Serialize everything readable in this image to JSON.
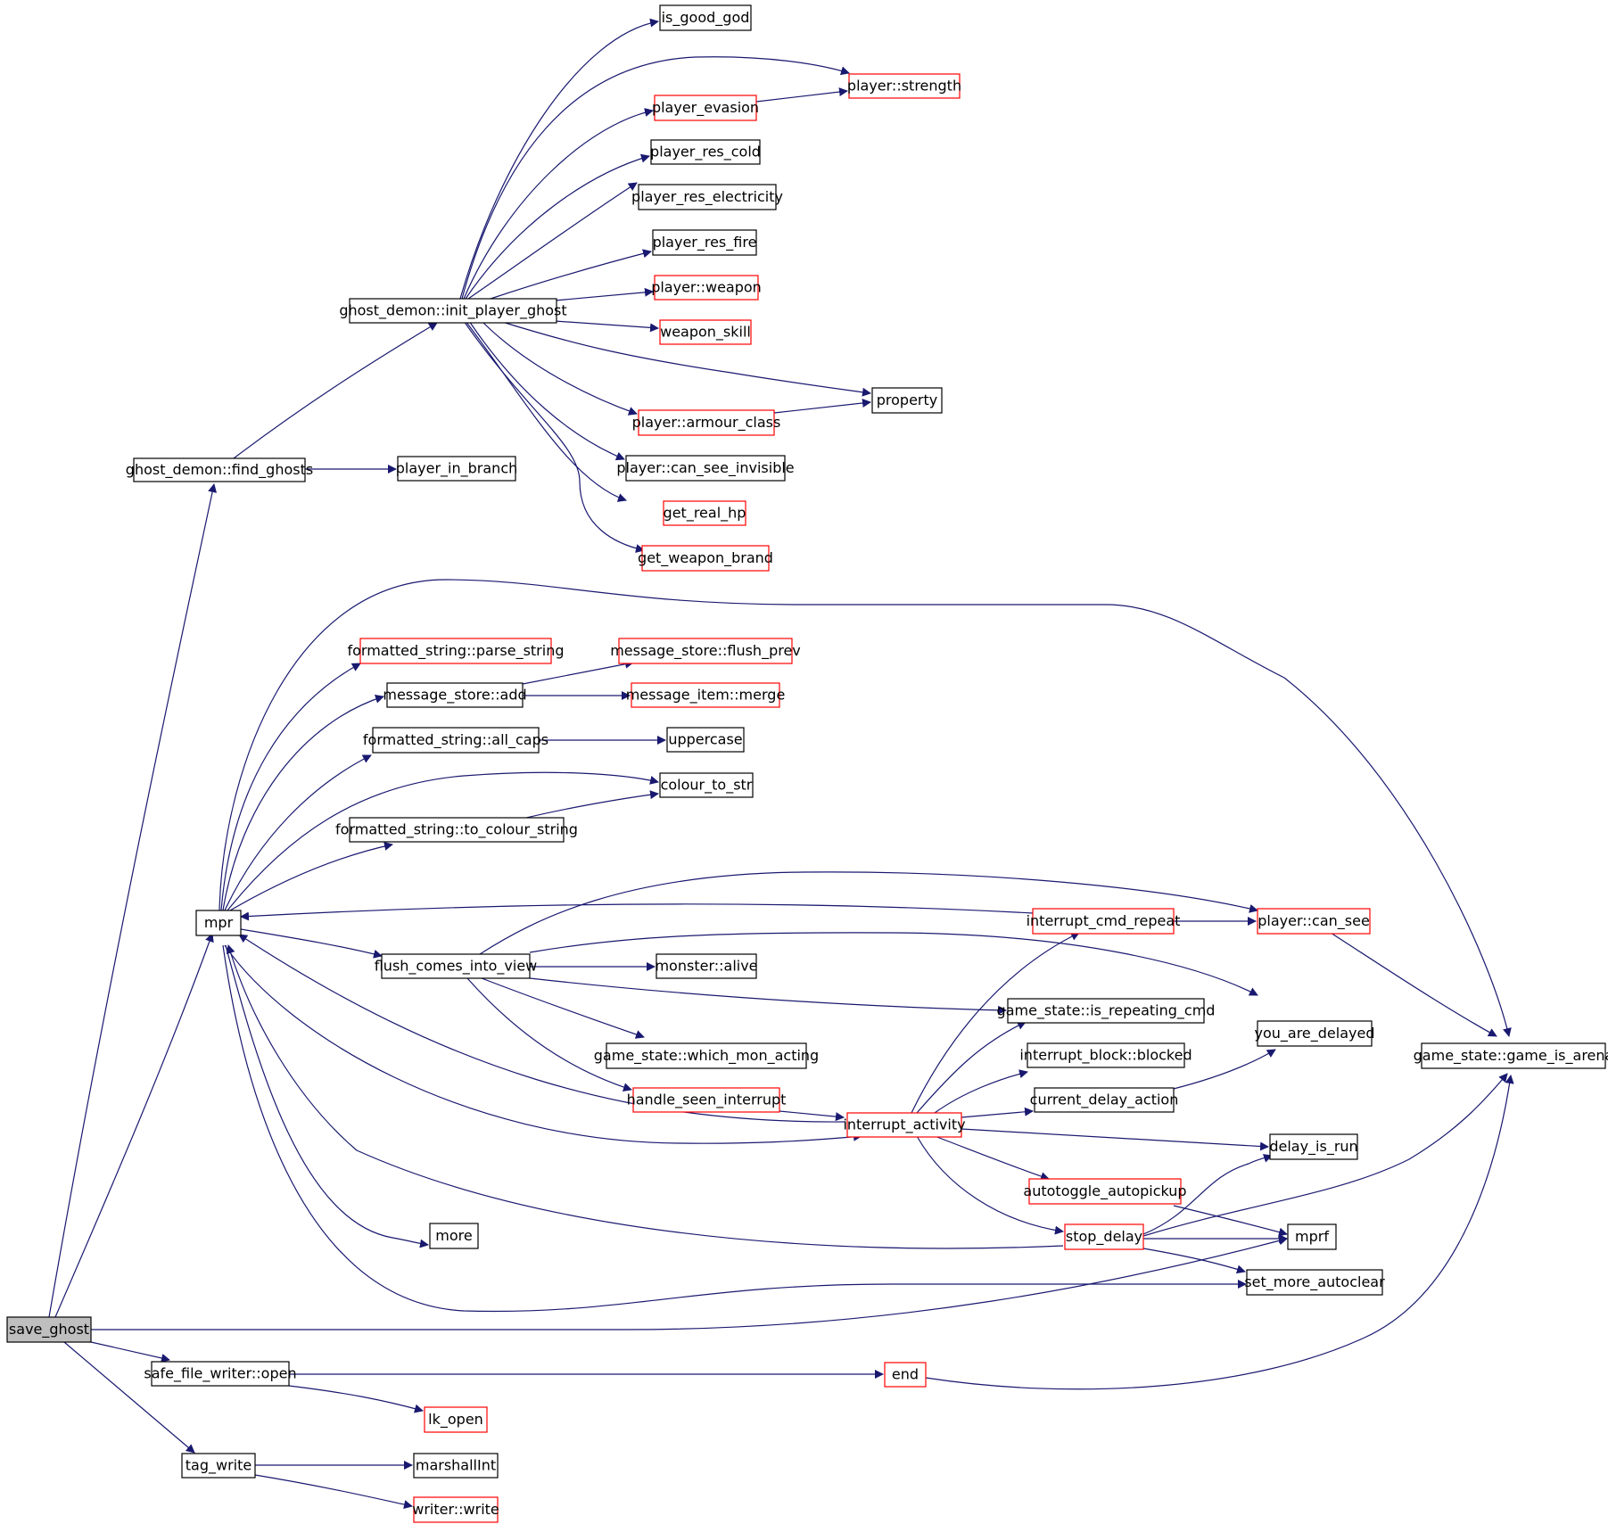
{
  "colors": {
    "edge": "#191970",
    "node_border_normal": "#000000",
    "node_border_truncated": "#ff0000",
    "root_fill": "#bfbfbf",
    "node_fill": "#ffffff"
  },
  "nodes": [
    {
      "id": "save_ghost",
      "label": "save_ghost",
      "style": "root"
    },
    {
      "id": "find_ghosts",
      "label": "ghost_demon::find_ghosts",
      "style": "normal"
    },
    {
      "id": "mpr",
      "label": "mpr",
      "style": "normal"
    },
    {
      "id": "sfw_open",
      "label": "safe_file_writer::open",
      "style": "normal"
    },
    {
      "id": "tag_write",
      "label": "tag_write",
      "style": "normal"
    },
    {
      "id": "init_player_ghost",
      "label": "ghost_demon::init_player_ghost",
      "style": "normal"
    },
    {
      "id": "player_in_branch",
      "label": "player_in_branch",
      "style": "normal"
    },
    {
      "id": "is_good_god",
      "label": "is_good_god",
      "style": "normal"
    },
    {
      "id": "player_strength",
      "label": "player::strength",
      "style": "truncated"
    },
    {
      "id": "player_evasion",
      "label": "player_evasion",
      "style": "truncated"
    },
    {
      "id": "player_res_cold",
      "label": "player_res_cold",
      "style": "normal"
    },
    {
      "id": "player_res_electricity",
      "label": "player_res_electricity",
      "style": "normal"
    },
    {
      "id": "player_res_fire",
      "label": "player_res_fire",
      "style": "normal"
    },
    {
      "id": "player_weapon",
      "label": "player::weapon",
      "style": "truncated"
    },
    {
      "id": "weapon_skill",
      "label": "weapon_skill",
      "style": "truncated"
    },
    {
      "id": "property",
      "label": "property",
      "style": "normal"
    },
    {
      "id": "player_armour_class",
      "label": "player::armour_class",
      "style": "truncated"
    },
    {
      "id": "player_can_see_invisible",
      "label": "player::can_see_invisible",
      "style": "normal"
    },
    {
      "id": "get_real_hp",
      "label": "get_real_hp",
      "style": "truncated"
    },
    {
      "id": "get_weapon_brand",
      "label": "get_weapon_brand",
      "style": "truncated"
    },
    {
      "id": "parse_string",
      "label": "formatted_string::parse_string",
      "style": "truncated"
    },
    {
      "id": "message_store_add",
      "label": "message_store::add",
      "style": "normal"
    },
    {
      "id": "flush_prev",
      "label": "message_store::flush_prev",
      "style": "truncated"
    },
    {
      "id": "message_item_merge",
      "label": "message_item::merge",
      "style": "truncated"
    },
    {
      "id": "all_caps",
      "label": "formatted_string::all_caps",
      "style": "normal"
    },
    {
      "id": "uppercase",
      "label": "uppercase",
      "style": "normal"
    },
    {
      "id": "colour_to_str",
      "label": "colour_to_str",
      "style": "normal"
    },
    {
      "id": "to_colour_string",
      "label": "formatted_string::to_colour_string",
      "style": "normal"
    },
    {
      "id": "flush_comes_into_view",
      "label": "flush_comes_into_view",
      "style": "normal"
    },
    {
      "id": "monster_alive",
      "label": "monster::alive",
      "style": "normal"
    },
    {
      "id": "interrupt_cmd_repeat",
      "label": "interrupt_cmd_repeat",
      "style": "truncated"
    },
    {
      "id": "player_can_see",
      "label": "player::can_see",
      "style": "truncated"
    },
    {
      "id": "is_repeating_cmd",
      "label": "game_state::is_repeating_cmd",
      "style": "normal"
    },
    {
      "id": "which_mon_acting",
      "label": "game_state::which_mon_acting",
      "style": "normal"
    },
    {
      "id": "interrupt_block_blocked",
      "label": "interrupt_block::blocked",
      "style": "normal"
    },
    {
      "id": "you_are_delayed",
      "label": "you_are_delayed",
      "style": "normal"
    },
    {
      "id": "game_is_arena",
      "label": "game_state::game_is_arena",
      "style": "normal"
    },
    {
      "id": "handle_seen_interrupt",
      "label": "handle_seen_interrupt",
      "style": "truncated"
    },
    {
      "id": "current_delay_action",
      "label": "current_delay_action",
      "style": "normal"
    },
    {
      "id": "interrupt_activity",
      "label": "interrupt_activity",
      "style": "truncated"
    },
    {
      "id": "delay_is_run",
      "label": "delay_is_run",
      "style": "normal"
    },
    {
      "id": "autotoggle_autopickup",
      "label": "autotoggle_autopickup",
      "style": "truncated"
    },
    {
      "id": "more",
      "label": "more",
      "style": "normal"
    },
    {
      "id": "stop_delay",
      "label": "stop_delay",
      "style": "truncated"
    },
    {
      "id": "mprf",
      "label": "mprf",
      "style": "normal"
    },
    {
      "id": "set_more_autoclear",
      "label": "set_more_autoclear",
      "style": "normal"
    },
    {
      "id": "end",
      "label": "end",
      "style": "truncated"
    },
    {
      "id": "lk_open",
      "label": "lk_open",
      "style": "truncated"
    },
    {
      "id": "marshallInt",
      "label": "marshallInt",
      "style": "normal"
    },
    {
      "id": "writer_write",
      "label": "writer::write",
      "style": "truncated"
    }
  ]
}
